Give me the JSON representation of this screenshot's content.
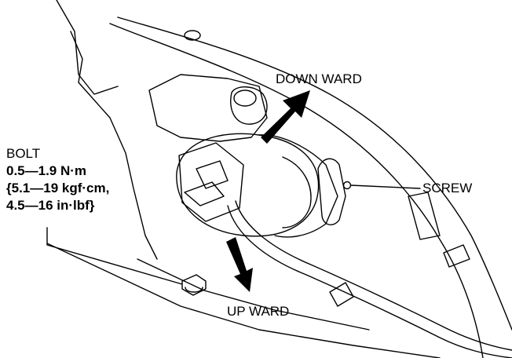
{
  "labels": {
    "downward": "DOWN WARD",
    "upward": "UP WARD",
    "screw": "SCREW"
  },
  "bolt": {
    "title": "BOLT",
    "torque_nm": "0.5—1.9 N·m",
    "torque_kgf": "{5.1—19 kgf·cm,",
    "torque_inlbf": "4.5—16 in·lbf}"
  },
  "colors": {
    "line": "#000000",
    "background": "#ffffff"
  }
}
